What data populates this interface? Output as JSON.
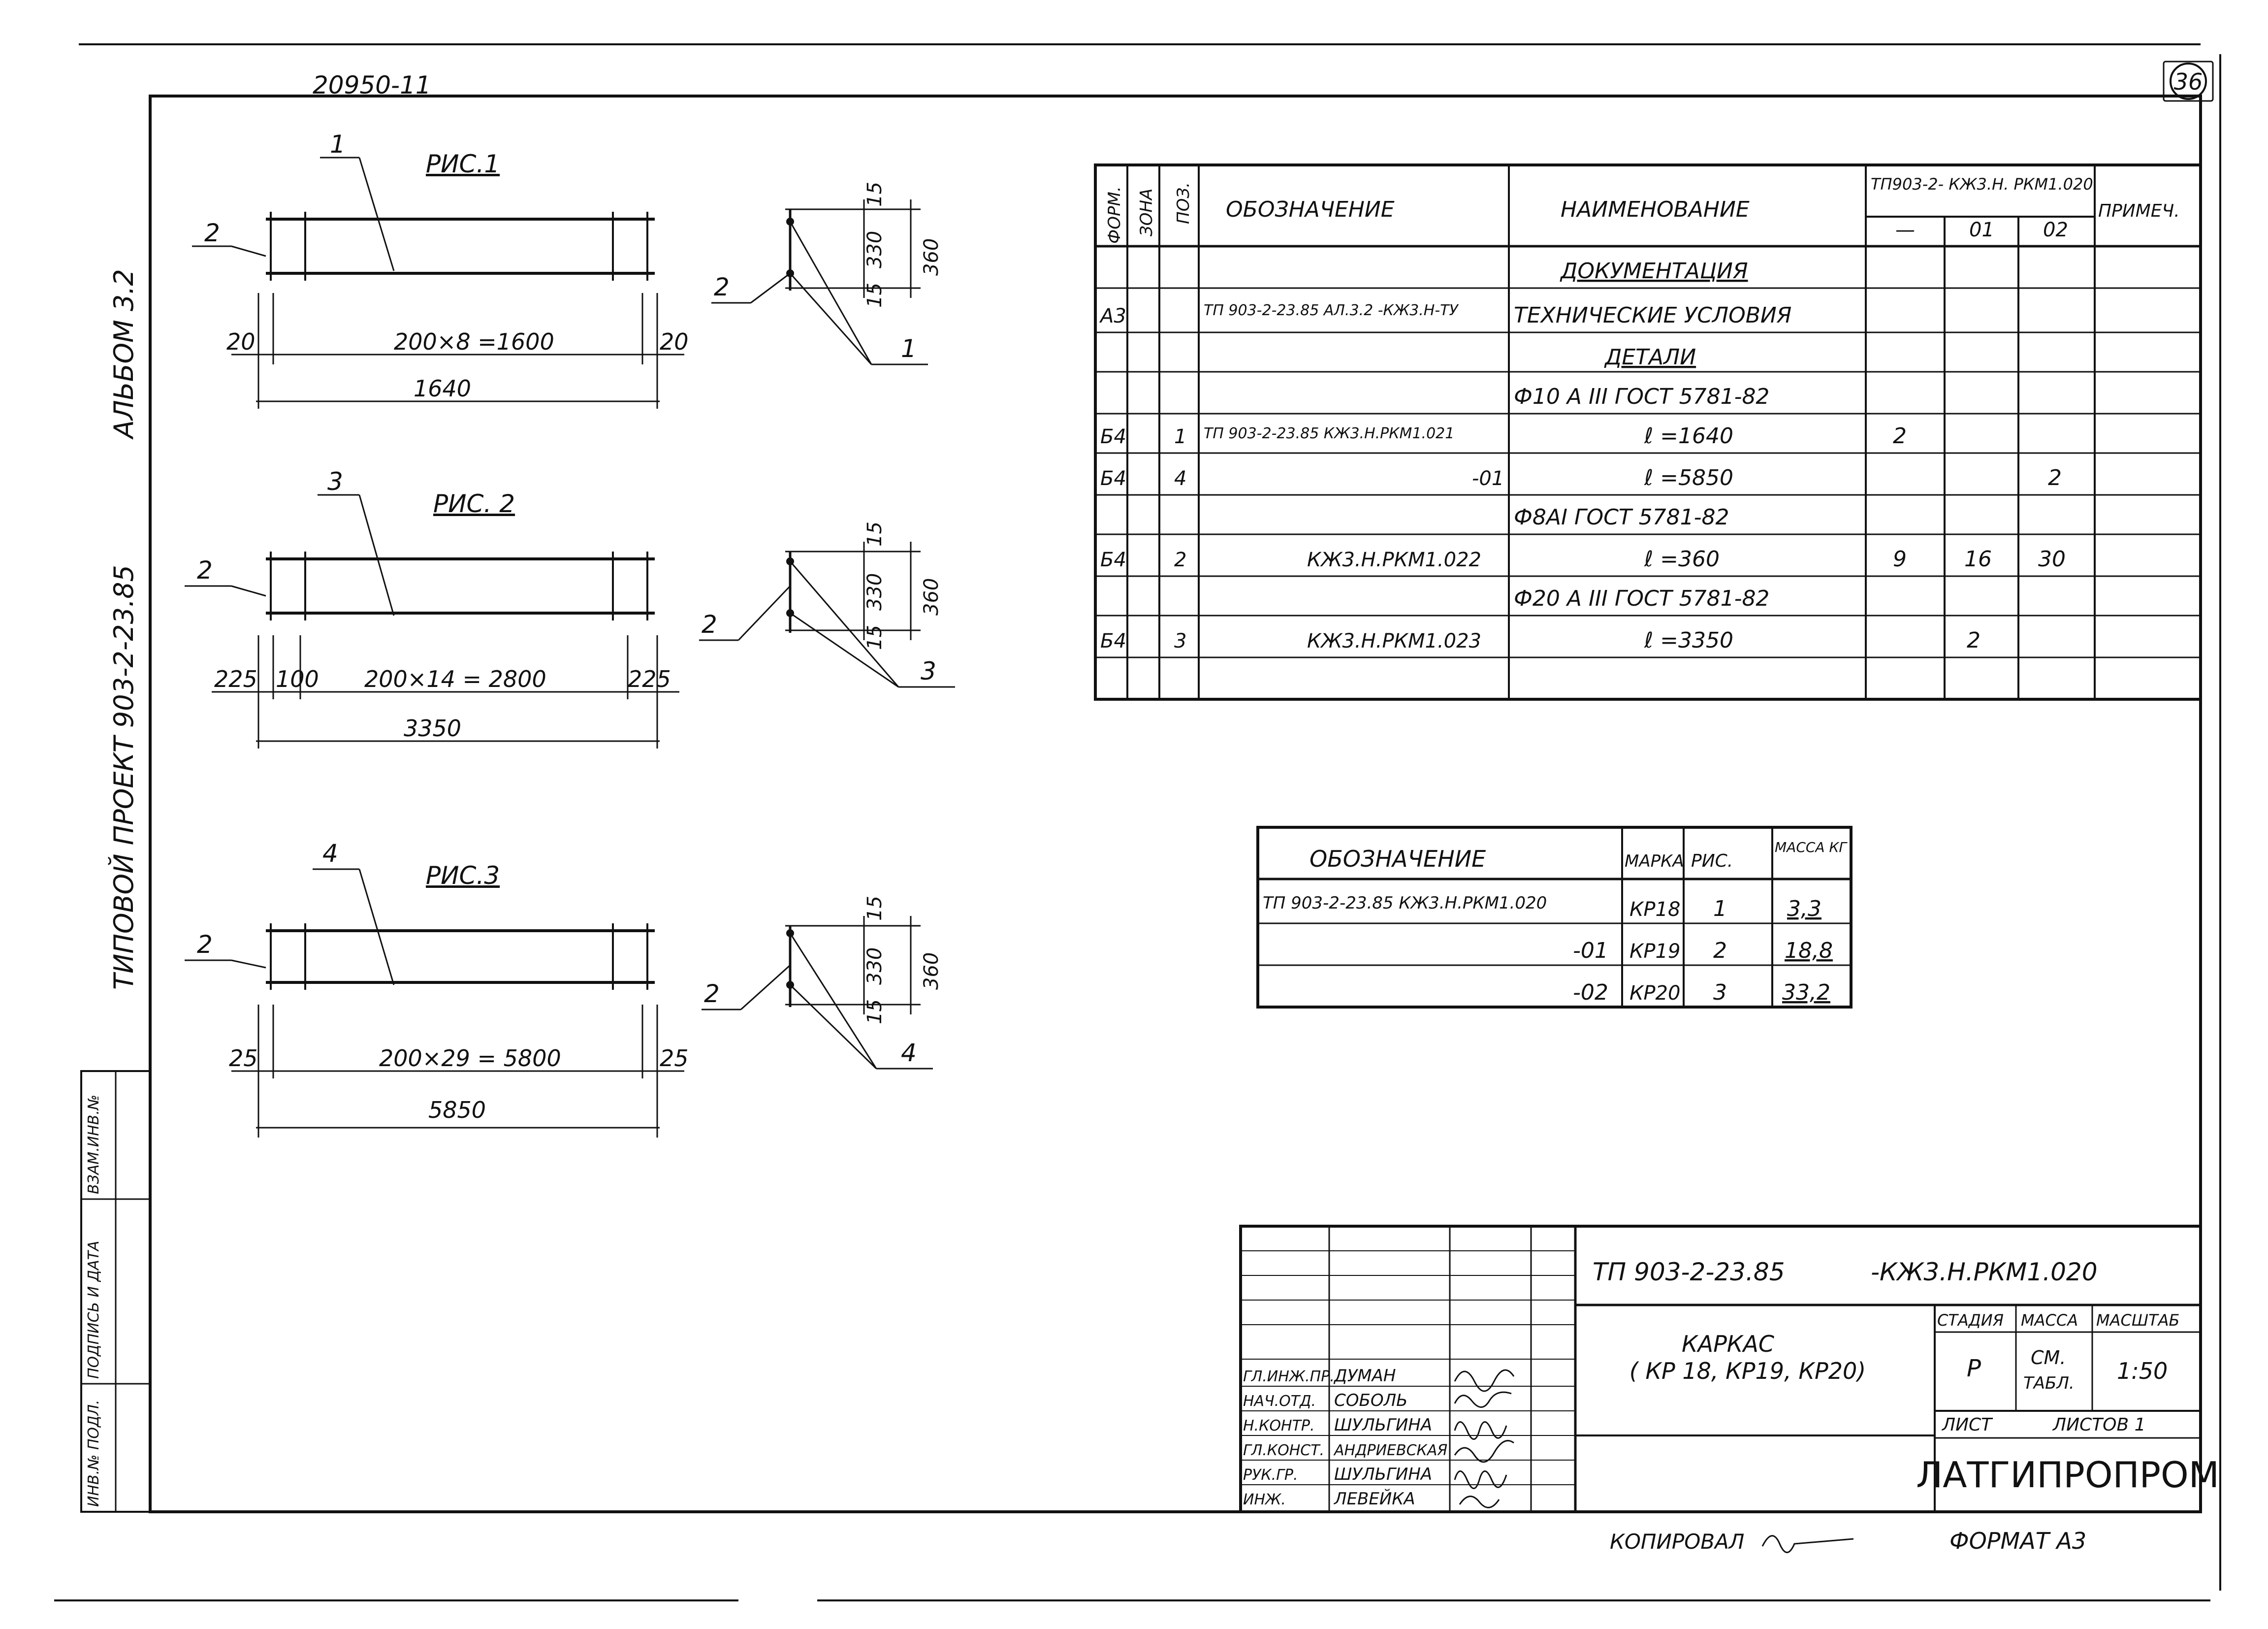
{
  "sheet": {
    "archive_number": "20950-11",
    "page_number": "36",
    "album": "АЛЬБОМ 3.2",
    "project": "ТИПОВОЙ ПРОЕКТ 903-2-23.85",
    "copied_by": "КОПИРОВАЛ",
    "format": "ФОРМАТ А3",
    "side_stamp": [
      "ИНВ.№ ПОДЛ.",
      "ПОДПИСЬ И ДАТА",
      "ВЗАМ.ИНВ.№"
    ]
  },
  "figures": [
    {
      "title": "РИС.1",
      "pos_bar": "1",
      "pos_rod": "2",
      "pos_rod_section": "2",
      "pos_bar_section": "1",
      "left_off": "20",
      "right_off": "20",
      "span": "200×8 =1600",
      "total": "1640",
      "dims": [
        "15",
        "330",
        "15",
        "360"
      ]
    },
    {
      "title": "РИС. 2",
      "pos_bar": "3",
      "pos_rod": "2",
      "pos_rod_section": "2",
      "pos_bar_section": "3",
      "left_off": "225",
      "inner_off": "100",
      "right_off": "225",
      "span": "200×14 = 2800",
      "total": "3350",
      "dims": [
        "15",
        "330",
        "15",
        "360"
      ]
    },
    {
      "title": "РИС.3",
      "pos_bar": "4",
      "pos_rod": "2",
      "pos_rod_section": "2",
      "pos_bar_section": "4",
      "left_off": "25",
      "right_off": "25",
      "span": "200×29 = 5800",
      "total": "5850",
      "dims": [
        "15",
        "330",
        "15",
        "360"
      ]
    }
  ],
  "spec_table": {
    "headers": {
      "form": "ФОРМ.",
      "zone": "ЗОНА",
      "pos": "ПОЗ.",
      "designation": "ОБОЗНАЧЕНИЕ",
      "name": "НАИМЕНОВАНИЕ",
      "group": "ТП903-2- КЖ3.Н. РКМ1.020",
      "col_dash": "—",
      "col_01": "01",
      "col_02": "02",
      "note": "ПРИМЕЧ."
    },
    "rows": [
      {
        "form": "",
        "pos": "",
        "designation": "",
        "name": "ДОКУМЕНТАЦИЯ",
        "c0": "",
        "c1": "",
        "c2": ""
      },
      {
        "form": "А3",
        "pos": "",
        "designation": "ТП 903-2-23.85 АЛ.3.2 -КЖ3.Н-ТУ",
        "name": "ТЕХНИЧЕСКИЕ УСЛОВИЯ",
        "c0": "",
        "c1": "",
        "c2": ""
      },
      {
        "form": "",
        "pos": "",
        "designation": "",
        "name": "ДЕТАЛИ",
        "c0": "",
        "c1": "",
        "c2": ""
      },
      {
        "form": "",
        "pos": "",
        "designation": "",
        "name": "Ф10 А III ГОСТ 5781-82",
        "c0": "",
        "c1": "",
        "c2": ""
      },
      {
        "form": "Б4",
        "pos": "1",
        "designation": "ТП 903-2-23.85 КЖ3.Н.РКМ1.021",
        "name": "ℓ =1640",
        "c0": "2",
        "c1": "",
        "c2": ""
      },
      {
        "form": "Б4",
        "pos": "4",
        "designation": "-01",
        "name": "ℓ =5850",
        "c0": "",
        "c1": "",
        "c2": "2"
      },
      {
        "form": "",
        "pos": "",
        "designation": "",
        "name": "Ф8АI ГОСТ 5781-82",
        "c0": "",
        "c1": "",
        "c2": ""
      },
      {
        "form": "Б4",
        "pos": "2",
        "designation": "КЖ3.Н.РКМ1.022",
        "name": "ℓ =360",
        "c0": "9",
        "c1": "16",
        "c2": "30"
      },
      {
        "form": "",
        "pos": "",
        "designation": "",
        "name": "Ф20 А III ГОСТ 5781-82",
        "c0": "",
        "c1": "",
        "c2": ""
      },
      {
        "form": "Б4",
        "pos": "3",
        "designation": "КЖ3.Н.РКМ1.023",
        "name": "ℓ =3350",
        "c0": "",
        "c1": "2",
        "c2": ""
      },
      {
        "form": "",
        "pos": "",
        "designation": "",
        "name": "",
        "c0": "",
        "c1": "",
        "c2": ""
      }
    ]
  },
  "mark_table": {
    "headers": {
      "designation": "ОБОЗНАЧЕНИЕ",
      "mark": "МАРКА",
      "fig": "РИС.",
      "mass": "МАССА КГ"
    },
    "rows": [
      {
        "designation": "ТП 903-2-23.85 КЖ3.Н.РКМ1.020",
        "mark": "КР18",
        "fig": "1",
        "mass": "3,3"
      },
      {
        "designation": "-01",
        "mark": "КР19",
        "fig": "2",
        "mass": "18,8"
      },
      {
        "designation": "-02",
        "mark": "КР20",
        "fig": "3",
        "mass": "33,2"
      }
    ]
  },
  "title_block": {
    "code": "ТП 903-2-23.85",
    "code2": "-КЖ3.Н.РКМ1.020",
    "name_line1": "КАРКАС",
    "name_line2": "( КР 18, КР19, КР20)",
    "stage_label": "СТАДИЯ",
    "mass_label": "МАССА",
    "scale_label": "МАСШТАБ",
    "stage": "Р",
    "mass_line1": "СМ.",
    "mass_line2": "ТАБЛ.",
    "scale": "1:50",
    "sheet_label": "ЛИСТ",
    "sheets_label": "ЛИСТОВ 1",
    "org": "ЛАТГИПРОПРОМ",
    "people": [
      {
        "role": "ГЛ.ИНЖ.ПР.",
        "name": "ДУМАН"
      },
      {
        "role": "НАЧ.ОТД.",
        "name": "СОБОЛЬ"
      },
      {
        "role": "Н.КОНТР.",
        "name": "ШУЛЬГИНА"
      },
      {
        "role": "ГЛ.КОНСТ.",
        "name": "АНДРИЕВСКАЯ"
      },
      {
        "role": "РУК.ГР.",
        "name": "ШУЛЬГИНА"
      },
      {
        "role": "ИНЖ.",
        "name": "ЛЕВЕЙКА"
      }
    ]
  }
}
